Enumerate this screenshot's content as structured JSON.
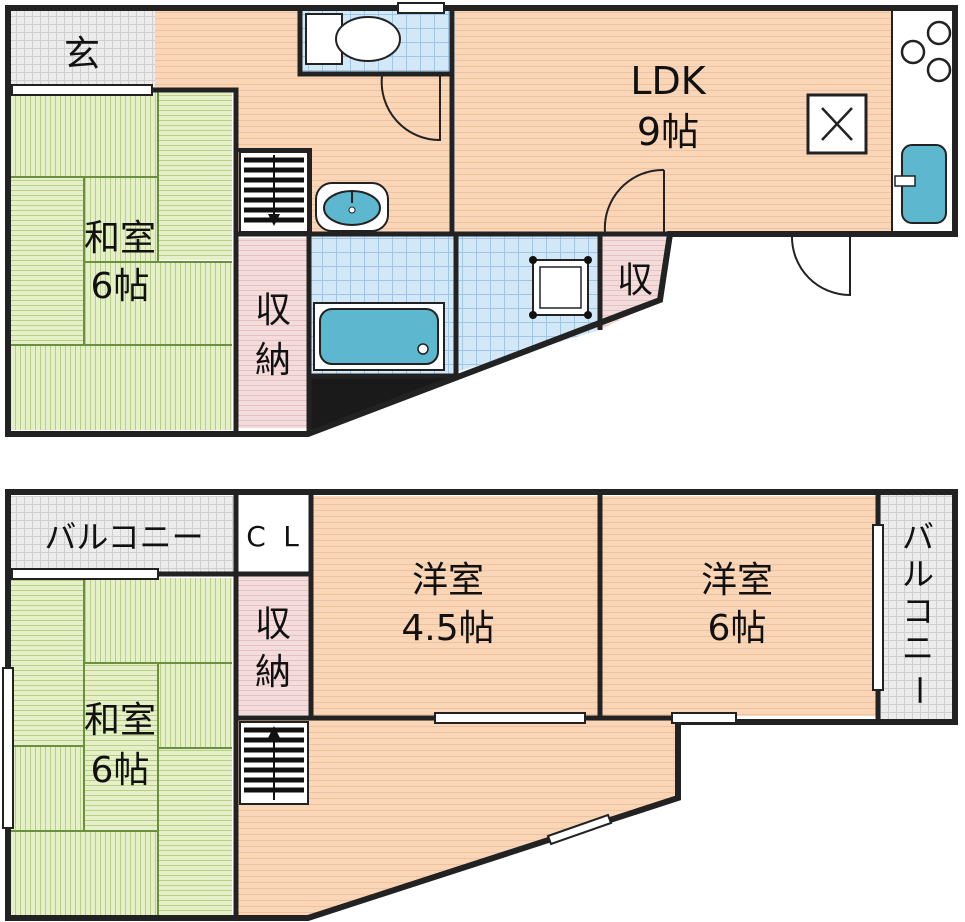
{
  "colors": {
    "floor": "#f9d6b8",
    "floor_line": "#f2c29c",
    "tatami": "#e6f0c8",
    "tatami_line": "#b9cf88",
    "storage": "#f5dcdc",
    "storage_line": "#e5c2c2",
    "wet_tile": "#d3e8f7",
    "wet_line": "#9fc6e6",
    "balcony": "#e8e8e8",
    "fixture": "#5db8cf",
    "wall": "#222222",
    "dark": "#1a1a1a"
  },
  "floor1": {
    "entrance": "玄",
    "ldk_line1": "LDK",
    "ldk_line2": "9帖",
    "washitsu_line1": "和室",
    "washitsu_line2": "6帖",
    "storage_line1": "収",
    "storage_line2": "納",
    "small_storage": "収"
  },
  "floor2": {
    "balcony_left": "バルコニー",
    "closet_c": "C",
    "closet_l": "L",
    "storage_line1": "収",
    "storage_line2": "納",
    "room1_line1": "洋室",
    "room1_line2": "4.5帖",
    "room2_line1": "洋室",
    "room2_line2": "6帖",
    "balcony_right": [
      "バ",
      "ル",
      "コ",
      "ニ",
      "ー"
    ],
    "washitsu_line1": "和室",
    "washitsu_line2": "6帖"
  }
}
